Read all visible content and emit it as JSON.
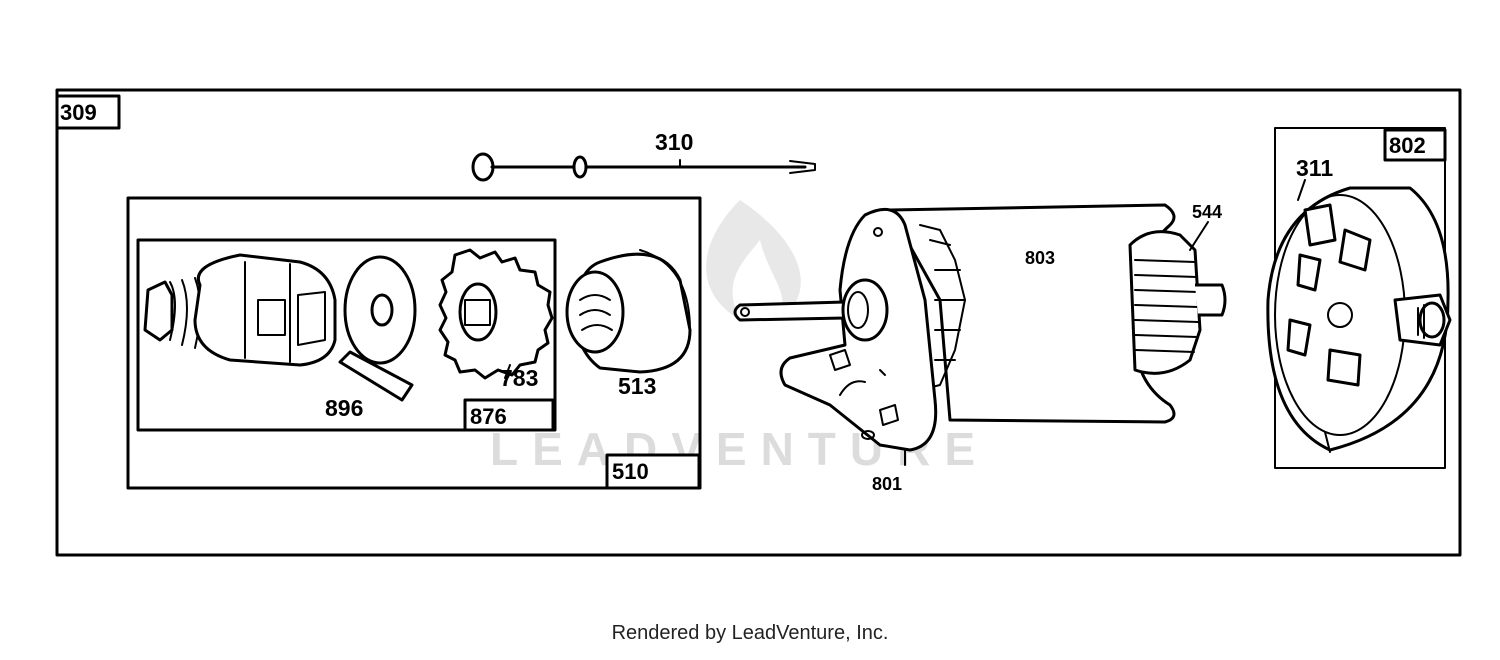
{
  "labels": {
    "box_309": "309",
    "part_310": "310",
    "box_802": "802",
    "part_311": "311",
    "part_544": "544",
    "part_803": "803",
    "part_801": "801",
    "part_783": "783",
    "part_513": "513",
    "part_896": "896",
    "box_876": "876",
    "box_510": "510"
  },
  "watermark": {
    "text": "LEADVENTURE"
  },
  "footer": {
    "text": "Rendered by LeadVenture, Inc."
  }
}
